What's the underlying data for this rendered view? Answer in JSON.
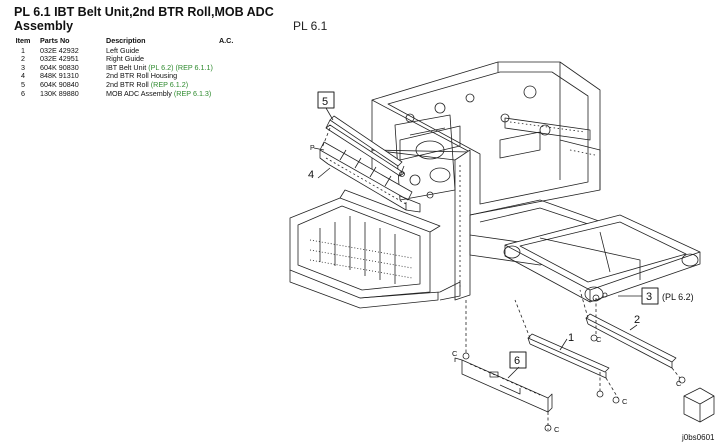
{
  "title": "PL 6.1  IBT Belt Unit,2nd BTR Roll,MOB ADC Assembly",
  "table": {
    "headers": {
      "item": "Item",
      "part_no": "Parts No",
      "description": "Description",
      "ac": "A.C."
    },
    "rows": [
      {
        "item": "1",
        "part_no": "032E 42932",
        "description": "Left Guide",
        "ref": ""
      },
      {
        "item": "2",
        "part_no": "032E 42951",
        "description": "Right Guide",
        "ref": ""
      },
      {
        "item": "3",
        "part_no": "604K 90830",
        "description": "IBT Belt Unit",
        "ref": "(PL 6.2) (REP 6.1.1)"
      },
      {
        "item": "4",
        "part_no": "848K 91310",
        "description": "2nd BTR Roll Housing",
        "ref": ""
      },
      {
        "item": "5",
        "part_no": "604K 90840",
        "description": "2nd BTR Roll",
        "ref": "(REP 6.1.2)"
      },
      {
        "item": "6",
        "part_no": "130K 89880",
        "description": "MOB ADC Assembly",
        "ref": "(REP 6.1.3)"
      }
    ]
  },
  "diagram": {
    "plate_label": "PL 6.1",
    "callouts": {
      "c1": "1",
      "c2": "2",
      "c3": "3",
      "c3_ref": "(PL 6.2)",
      "c4": "4",
      "c5": "5",
      "c6": "6",
      "p": "P",
      "c": "C"
    },
    "drawing_id": "j0bs0601"
  }
}
